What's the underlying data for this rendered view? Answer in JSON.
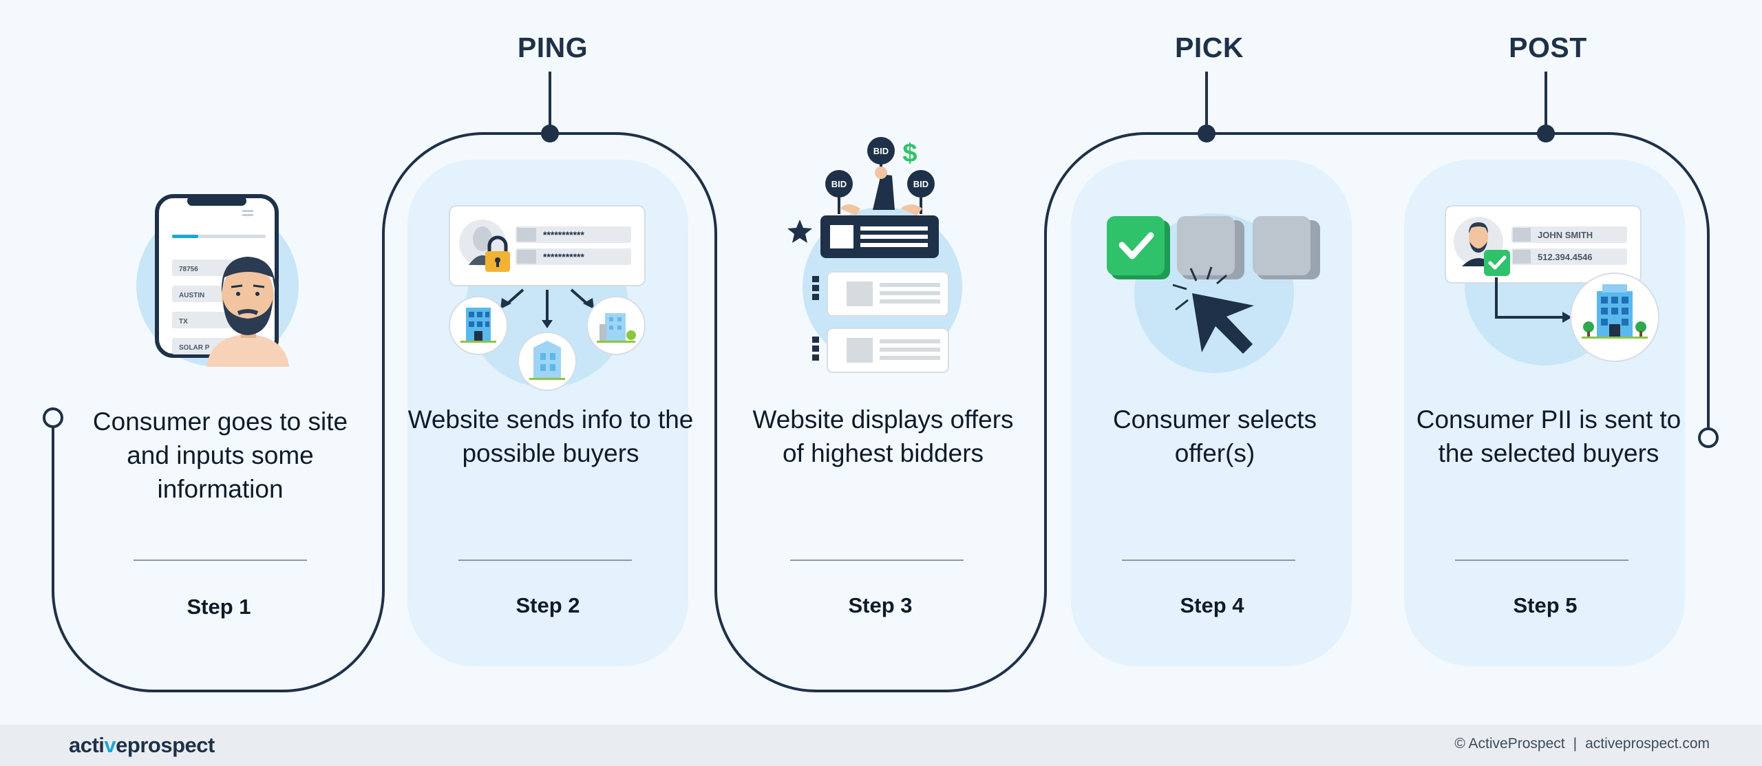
{
  "stages": {
    "ping": "PING",
    "pick": "PICK",
    "post": "POST"
  },
  "steps": [
    {
      "text": "Consumer goes to site and inputs some information",
      "label": "Step 1"
    },
    {
      "text": "Website sends info to the possible buyers",
      "label": "Step 2"
    },
    {
      "text": "Website displays offers of highest bidders",
      "label": "Step 3"
    },
    {
      "text": "Consumer selects offer(s)",
      "label": "Step 4"
    },
    {
      "text": "Consumer PII is sent to the selected buyers",
      "label": "Step 5"
    }
  ],
  "phone_form": {
    "field_1": "78756",
    "field_2": "AUSTIN",
    "field_3": "TX",
    "field_4": "SOLAR P"
  },
  "password_fields": {
    "field_1": "***********",
    "field_2": "***********"
  },
  "bid_signs": {
    "sign_1": "BID",
    "sign_2": "BID",
    "sign_3": "BID",
    "currency": "$"
  },
  "pii_card": {
    "name": "JOHN SMITH",
    "phone": "512.394.4546"
  },
  "footer": {
    "logo_prefix": "acti",
    "logo_v": "v",
    "logo_suffix": "eprospect",
    "copyright": "© ActiveProspect",
    "separator": "|",
    "site": "activeprospect.com"
  },
  "colors": {
    "background": "#f4f9fd",
    "card": "#e3f2fc",
    "circle": "#c8e6f8",
    "navy": "#1e3148",
    "green": "#2fc26b",
    "gray_box": "#bcc4cd",
    "brand_accent": "#1aa7d8"
  },
  "icons": [
    "person-avatar-icon",
    "phone-icon",
    "lock-icon",
    "building-icon",
    "bid-sign-icon",
    "dollar-icon",
    "star-icon",
    "checkbox-icon",
    "cursor-icon"
  ]
}
